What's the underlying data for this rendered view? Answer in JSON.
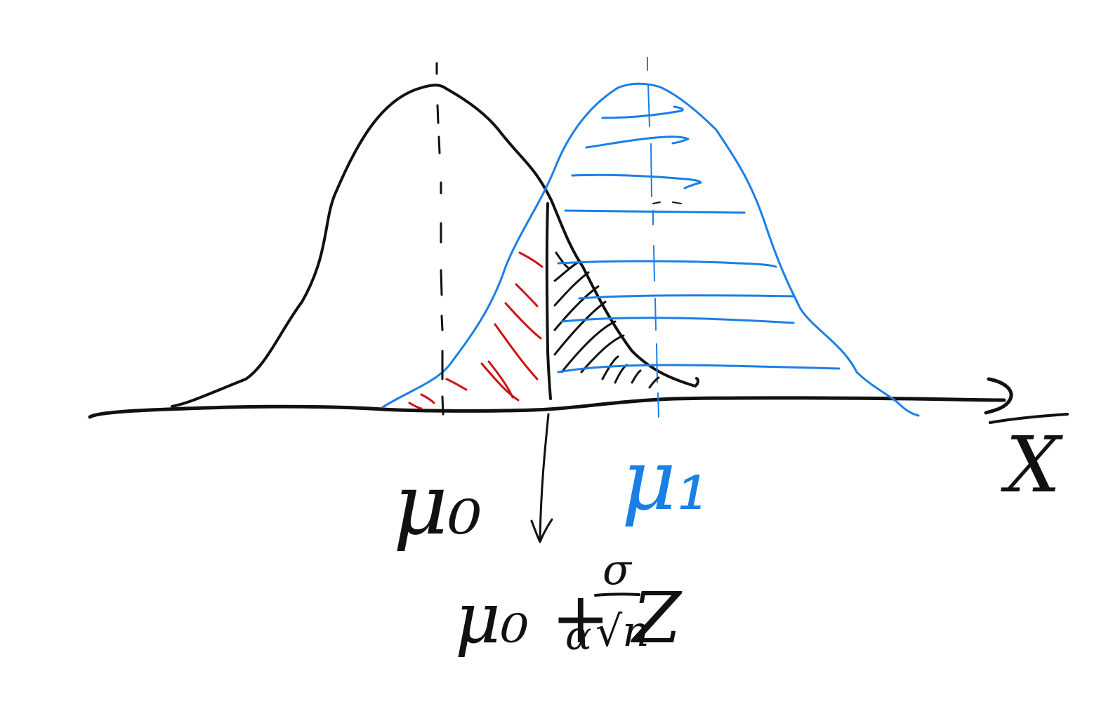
{
  "labels": {
    "mu0": "μ₀",
    "mu1": "μ₁",
    "axis": "X",
    "critical": "μ₀ + Z",
    "critical_sub": "α",
    "frac_num": "σ",
    "frac_den": "√n"
  },
  "colors": {
    "null_distribution": "#111111",
    "alternative_distribution": "#1a7fe6",
    "type_ii_region": "#cc1111",
    "type_i_region": "#111111"
  }
}
